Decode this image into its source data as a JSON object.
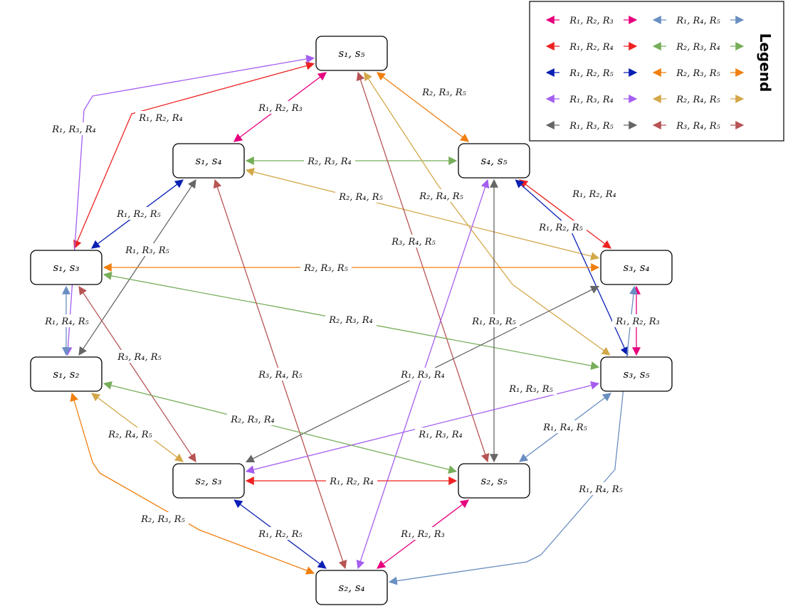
{
  "legend": {
    "title": "Legend",
    "entries": [
      {
        "id": "r123",
        "label": "R₁, R₂, R₃",
        "color": "#e6007e"
      },
      {
        "id": "r145",
        "label": "R₁, R₄, R₅",
        "color": "#6a8fc1"
      },
      {
        "id": "r124",
        "label": "R₁, R₂, R₄",
        "color": "#ee2222"
      },
      {
        "id": "r234",
        "label": "R₂, R₃, R₄",
        "color": "#77ae5a"
      },
      {
        "id": "r125",
        "label": "R₁, R₂, R₅",
        "color": "#0a1fb3"
      },
      {
        "id": "r235",
        "label": "R₂, R₃, R₅",
        "color": "#f07f10"
      },
      {
        "id": "r134",
        "label": "R₁, R₃, R₄",
        "color": "#a45ef0"
      },
      {
        "id": "r245",
        "label": "R₂, R₄, R₅",
        "color": "#d2a84a"
      },
      {
        "id": "r135",
        "label": "R₁, R₃, R₅",
        "color": "#666666"
      },
      {
        "id": "r345",
        "label": "R₃, R₄, R₅",
        "color": "#b85454"
      }
    ]
  },
  "nodes": [
    {
      "id": "s15",
      "label": "s₁, s₅"
    },
    {
      "id": "s14",
      "label": "s₁, s₄"
    },
    {
      "id": "s45",
      "label": "s₄, s₅"
    },
    {
      "id": "s13",
      "label": "s₁, s₃"
    },
    {
      "id": "s34",
      "label": "s₃, s₄"
    },
    {
      "id": "s12",
      "label": "s₁, s₂"
    },
    {
      "id": "s35",
      "label": "s₃, s₅"
    },
    {
      "id": "s23",
      "label": "s₂, s₃"
    },
    {
      "id": "s25",
      "label": "s₂, s₅"
    },
    {
      "id": "s24",
      "label": "s₂, s₄"
    }
  ],
  "edges": [
    {
      "from": "s14",
      "to": "s15",
      "relation": "r123",
      "label": "R₁, R₂, R₃"
    },
    {
      "from": "s13",
      "to": "s15",
      "relation": "r124",
      "label": "R₁, R₂, R₄"
    },
    {
      "from": "s12",
      "to": "s15",
      "relation": "r134",
      "label": "R₁, R₃, R₄"
    },
    {
      "from": "s45",
      "to": "s15",
      "relation": "r235",
      "label": "R₂, R₃, R₅"
    },
    {
      "from": "s14",
      "to": "s45",
      "relation": "r234",
      "label": "R₂, R₃, R₄"
    },
    {
      "from": "s13",
      "to": "s14",
      "relation": "r125",
      "label": "R₁, R₂, R₅"
    },
    {
      "from": "s12",
      "to": "s14",
      "relation": "r135",
      "label": "R₁, R₃, R₅"
    },
    {
      "from": "s14",
      "to": "s34",
      "relation": "r245",
      "label": "R₂, R₄, R₅"
    },
    {
      "from": "s15",
      "to": "s35",
      "relation": "r245",
      "label": "R₂, R₄, R₅"
    },
    {
      "from": "s15",
      "to": "s25",
      "relation": "r345",
      "label": "R₃, R₄, R₅"
    },
    {
      "from": "s45",
      "to": "s34",
      "relation": "r124",
      "label": "R₁, R₂, R₄"
    },
    {
      "from": "s45",
      "to": "s35",
      "relation": "r125",
      "label": "R₁, R₂, R₅"
    },
    {
      "from": "s13",
      "to": "s34",
      "relation": "r235",
      "label": "R₂, R₃, R₅"
    },
    {
      "from": "s13",
      "to": "s35",
      "relation": "r234",
      "label": "R₂, R₃, R₄"
    },
    {
      "from": "s13",
      "to": "s12",
      "relation": "r145",
      "label": "R₁, R₄, R₅"
    },
    {
      "from": "s13",
      "to": "s23",
      "relation": "r345",
      "label": "R₃, R₄, R₅"
    },
    {
      "from": "s14",
      "to": "s24",
      "relation": "r345",
      "label": "R₃, R₄, R₅"
    },
    {
      "from": "s45",
      "to": "s24",
      "relation": "r134",
      "label": "R₁, R₃, R₄"
    },
    {
      "from": "s45",
      "to": "s25",
      "relation": "r135",
      "label": "R₁, R₃, R₅"
    },
    {
      "from": "s34",
      "to": "s35",
      "relation": "r123",
      "label": "R₁, R₂, R₃"
    },
    {
      "from": "s34",
      "to": "s23",
      "relation": "r135",
      "label": "R₁, R₃, R₅"
    },
    {
      "from": "s23",
      "to": "s35",
      "relation": "r134",
      "label": "R₁, R₃, R₄"
    },
    {
      "from": "s35",
      "to": "s25",
      "relation": "r145",
      "label": "R₁, R₄, R₅"
    },
    {
      "from": "s34",
      "to": "s24",
      "relation": "r145",
      "label": "R₁, R₄, R₅"
    },
    {
      "from": "s12",
      "to": "s25",
      "relation": "r234",
      "label": "R₂, R₃, R₄"
    },
    {
      "from": "s12",
      "to": "s23",
      "relation": "r245",
      "label": "R₂, R₄, R₅"
    },
    {
      "from": "s12",
      "to": "s24",
      "relation": "r235",
      "label": "R₂, R₃, R₅"
    },
    {
      "from": "s23",
      "to": "s25",
      "relation": "r124",
      "label": "R₁, R₂, R₄"
    },
    {
      "from": "s23",
      "to": "s24",
      "relation": "r125",
      "label": "R₁, R₂, R₅"
    },
    {
      "from": "s24",
      "to": "s25",
      "relation": "r123",
      "label": "R₁, R₂, R₃"
    }
  ]
}
